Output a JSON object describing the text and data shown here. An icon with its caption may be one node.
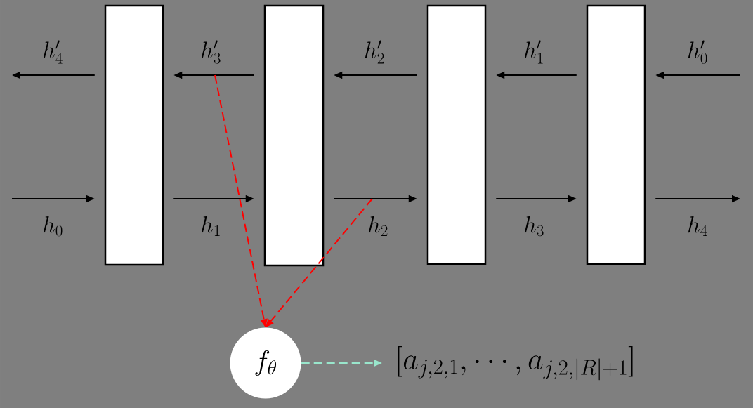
{
  "diagram": {
    "nodes": [
      {
        "text": [],
        "shape": "box"
      },
      {
        "text": [],
        "shape": "box"
      },
      {
        "text": [],
        "shape": "box"
      },
      {
        "text": [],
        "shape": "box"
      },
      {
        "text": [
          "f_{\\theta}"
        ]
      },
      {
        "text": [
          "[a_{j,2,1},\\cdots,a_{j,2,|R|+1}]"
        ]
      }
    ],
    "edges": [
      {
        "from": 0,
        "to": null,
        "arrow": "to",
        "label": "h'_{4}"
      },
      {
        "from": 1,
        "to": 0,
        "arrow": "to",
        "label": "h'_{3}"
      },
      {
        "from": 2,
        "to": 1,
        "arrow": "to",
        "label": "h'_{2}"
      },
      {
        "from": 3,
        "to": 2,
        "arrow": "to",
        "label": "h'_{1}"
      },
      {
        "from": null,
        "to": 3,
        "arrow": "to",
        "label": "h'_{0}"
      },
      {
        "from": null,
        "to": 0,
        "arrow": "to",
        "label": "h_{0}"
      },
      {
        "from": 0,
        "to": 1,
        "arrow": "to",
        "label": "h_{1}"
      },
      {
        "from": 1,
        "to": 2,
        "arrow": "to",
        "label": "h_{2}"
      },
      {
        "from": 2,
        "to": 3,
        "arrow": "to",
        "label": "h_{3}"
      },
      {
        "from": 3,
        "to": null,
        "arrow": "to",
        "label": "h_{4}"
      },
      {
        "from": null,
        "to": 4,
        "arrow": "to",
        "style": "dashed",
        "color": "#ff0000"
      },
      {
        "from": null,
        "to": 4,
        "arrow": "to",
        "style": "dashed",
        "color": "#ff0000"
      },
      {
        "from": 4,
        "to": 5,
        "arrow": "to",
        "style": "dashed",
        "color": "#99e6cc"
      }
    ]
  }
}
